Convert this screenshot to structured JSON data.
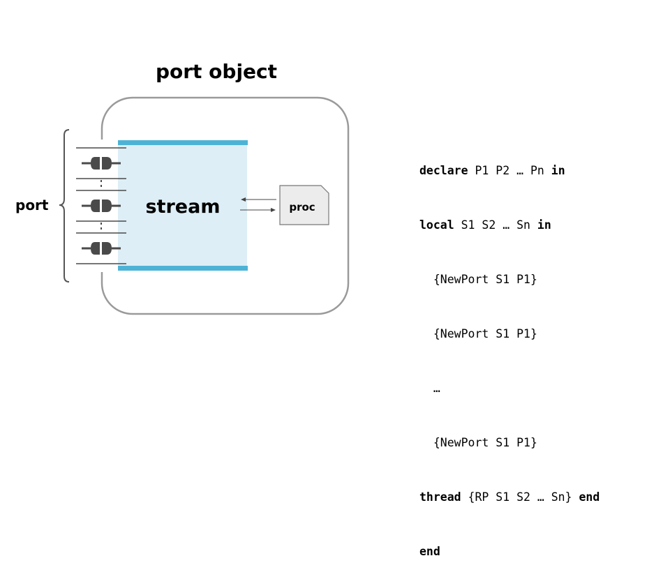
{
  "title": "port object",
  "port_label": "port",
  "stream_label": "stream",
  "proc_label": "proc",
  "code": {
    "line1": {
      "kw1": "declare",
      "text": " P1 P2 … Pn ",
      "kw2": "in"
    },
    "line2": {
      "kw1": "local",
      "text": " S1 S2 … Sn ",
      "kw2": "in"
    },
    "line3": {
      "text": "  {NewPort S1 P1}"
    },
    "line4": {
      "text": "  {NewPort S1 P1}"
    },
    "line5": {
      "text": "  …"
    },
    "line6": {
      "text": "  {NewPort S1 P1}"
    },
    "line7": {
      "kw1": "thread",
      "text": " {RP S1 S2 … Sn} ",
      "kw2": "end"
    },
    "line8": {
      "kw1": "end"
    }
  },
  "colors": {
    "stream_fill": "#ddeef6",
    "stream_border": "#4db3d6",
    "box_border": "#9a9a9a",
    "plug": "#4a4a4a",
    "proc_fill": "#ececec"
  }
}
